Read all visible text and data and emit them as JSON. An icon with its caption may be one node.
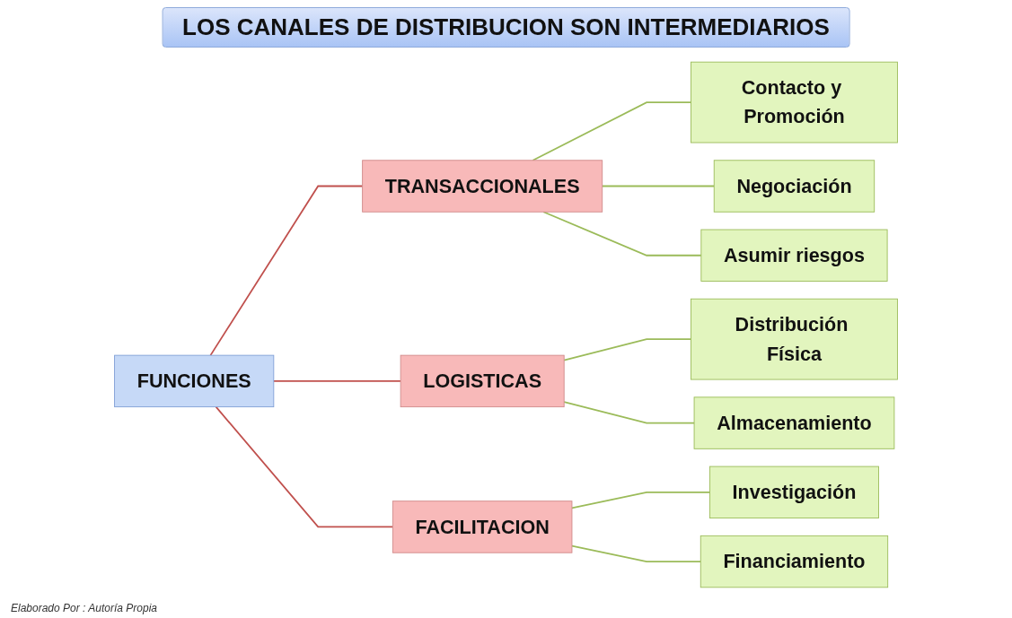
{
  "diagram": {
    "title": "LOS CANALES DE DISTRIBUCION SON INTERMEDIARIOS",
    "caption": "Elaborado Por : Autoría Propia",
    "nodes": [
      {
        "text": [
          "FUNCIONES"
        ]
      },
      {
        "text": [
          "TRANSACCIONALES"
        ]
      },
      {
        "text": [
          "LOGISTICAS"
        ]
      },
      {
        "text": [
          "FACILITACION"
        ]
      },
      {
        "text": [
          "Contacto y Promoción"
        ]
      },
      {
        "text": [
          "Negociación"
        ]
      },
      {
        "text": [
          "Asumir riesgos"
        ]
      },
      {
        "text": [
          "Distribución Física"
        ]
      },
      {
        "text": [
          "Almacenamiento"
        ]
      },
      {
        "text": [
          "Investigación"
        ]
      },
      {
        "text": [
          "Financiamiento"
        ]
      }
    ],
    "edges": [
      {
        "from": 0,
        "to": 1,
        "arrow": "none",
        "color": "#c0504d"
      },
      {
        "from": 0,
        "to": 2,
        "arrow": "none",
        "color": "#c0504d"
      },
      {
        "from": 0,
        "to": 3,
        "arrow": "none",
        "color": "#c0504d"
      },
      {
        "from": 1,
        "to": 4,
        "arrow": "none"
      },
      {
        "from": 1,
        "to": 5,
        "arrow": "none"
      },
      {
        "from": 1,
        "to": 6,
        "arrow": "none"
      },
      {
        "from": 2,
        "to": 7,
        "arrow": "none"
      },
      {
        "from": 2,
        "to": 8,
        "arrow": "none"
      },
      {
        "from": 3,
        "to": 9,
        "arrow": "none"
      },
      {
        "from": 3,
        "to": 10,
        "arrow": "none"
      }
    ]
  }
}
